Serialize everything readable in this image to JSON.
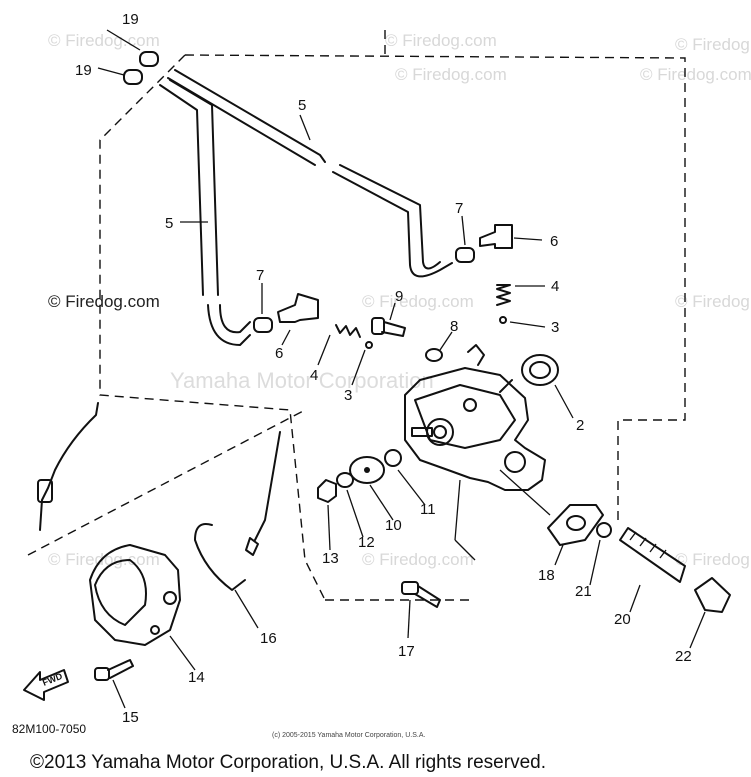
{
  "watermarks": {
    "firedog_text": "© Firedog.com",
    "firedog_text_dark": "© Firedog.com",
    "brand_text": "Yamaha Motor Corporation"
  },
  "callouts": [
    "19",
    "19",
    "5",
    "5",
    "7",
    "6",
    "7",
    "6",
    "4",
    "3",
    "9",
    "8",
    "4",
    "3",
    "2",
    "11",
    "10",
    "12",
    "13",
    "18",
    "21",
    "20",
    "22",
    "17",
    "16",
    "14",
    "15"
  ],
  "diagram_code": "82M100-7050",
  "forward_arrow_label": "FWD",
  "small_copyright": "(c) 2005-2015 Yamaha Motor Corporation, U.S.A.",
  "footer_copyright": "©2013 Yamaha Motor Corporation, U.S.A. All rights reserved."
}
